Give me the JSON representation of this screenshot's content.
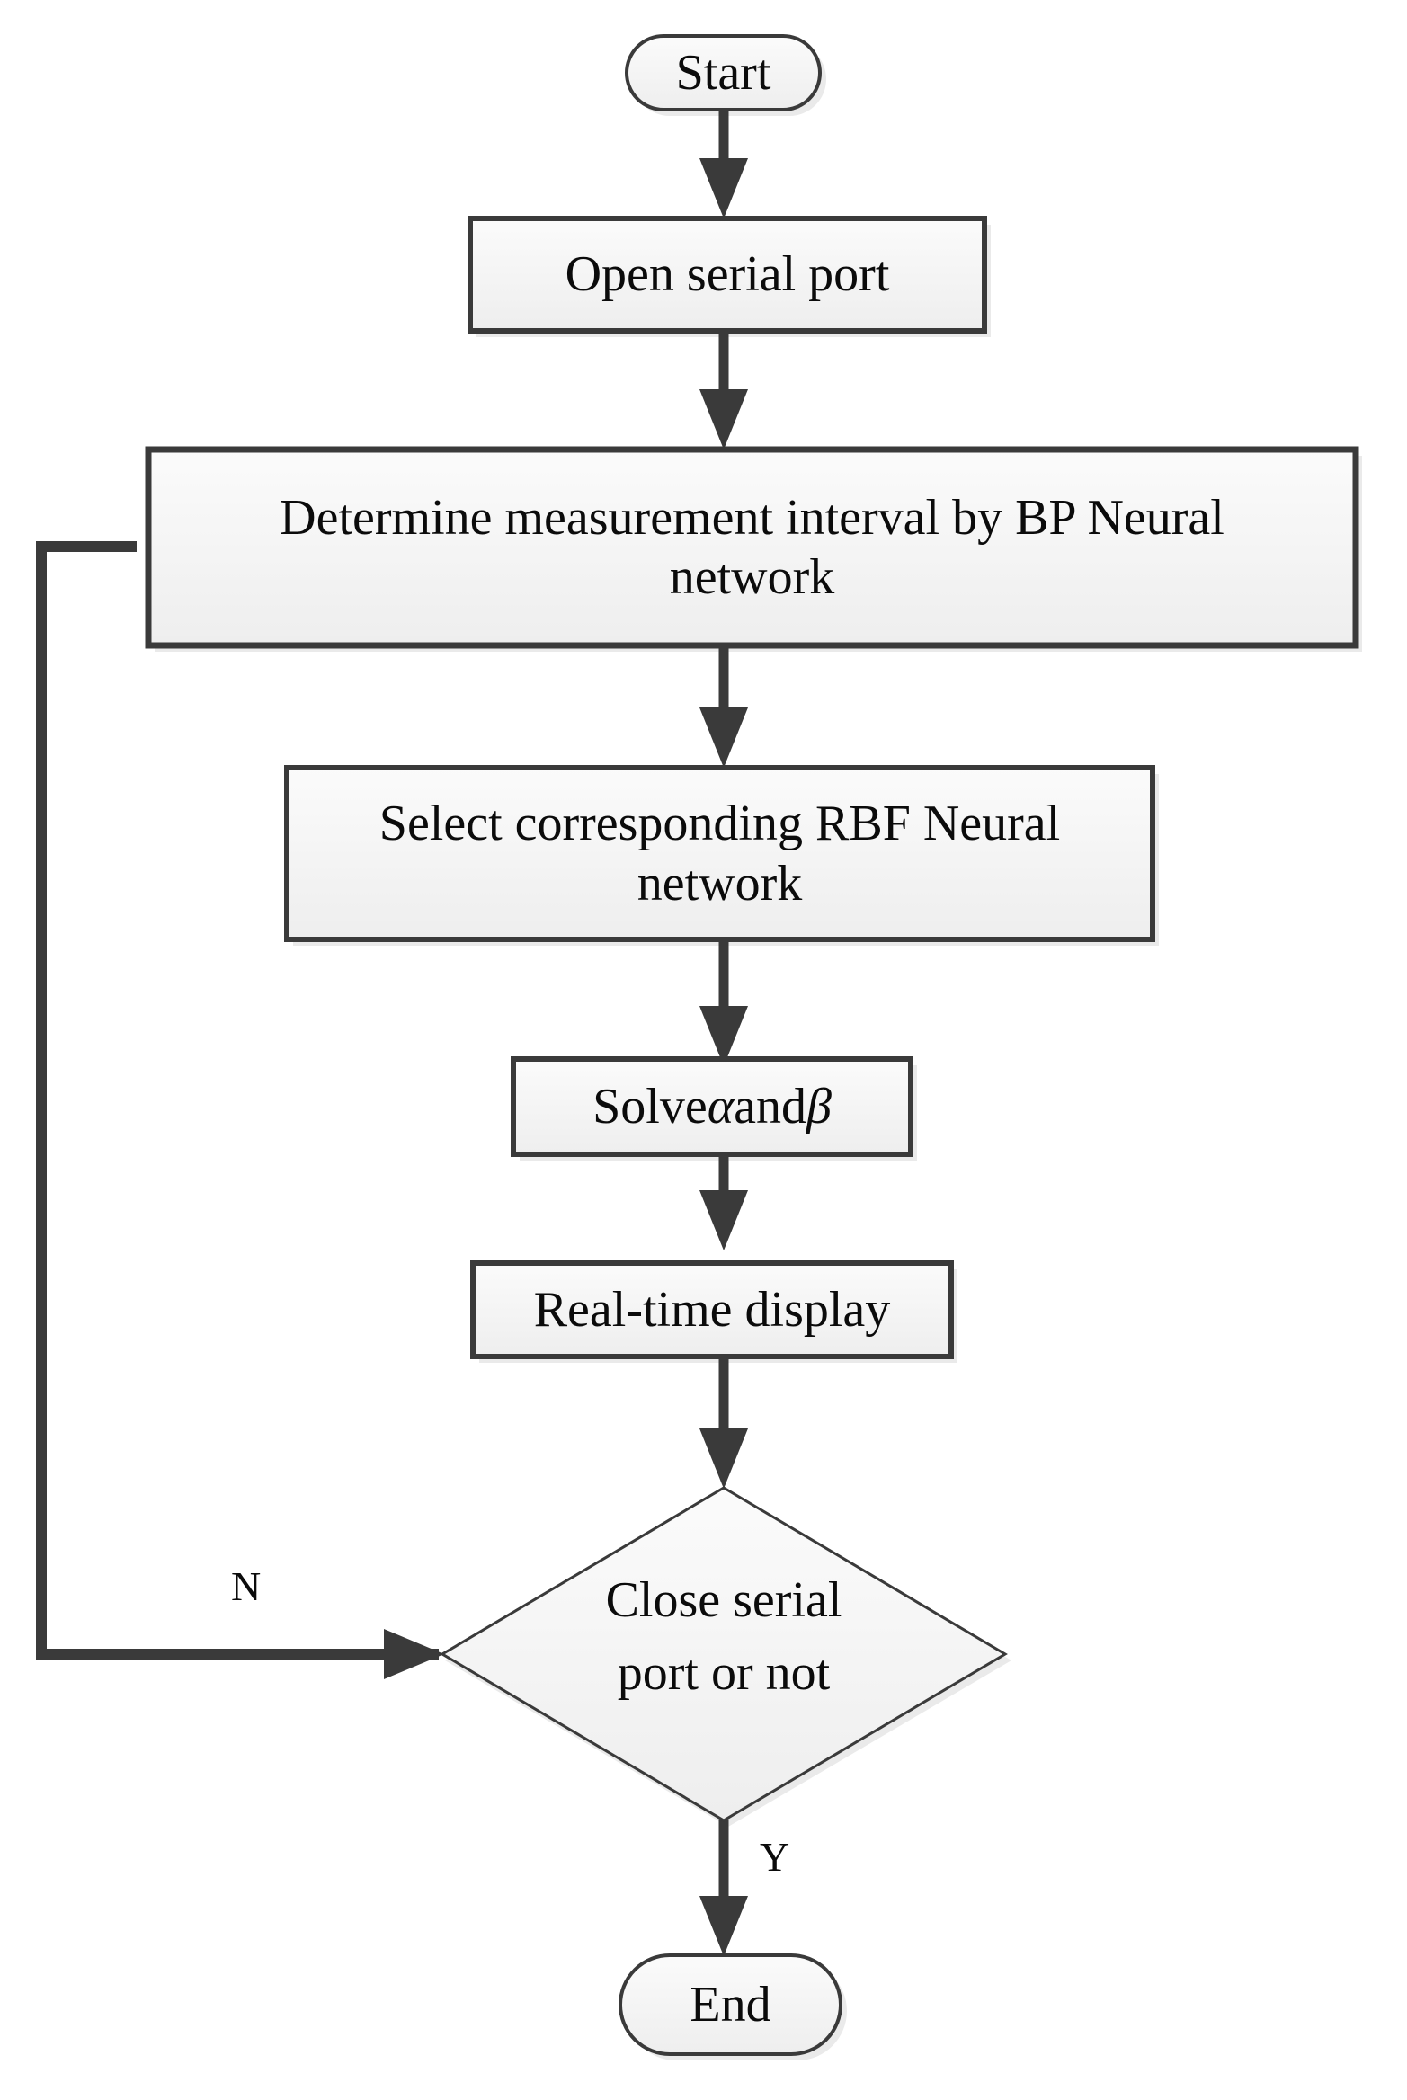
{
  "diagram": {
    "type": "flowchart",
    "orientation": "top-to-bottom",
    "background_color": "#ffffff",
    "node_fill_color": "#f2f2f2",
    "node_border_color": "#3a3a3a",
    "connector_color": "#3a3a3a",
    "text_color": "#0b0b0b"
  },
  "nodes": {
    "start": {
      "label": "Start",
      "shape": "terminator"
    },
    "open_serial_port": {
      "label": "Open serial port",
      "shape": "process"
    },
    "determine_interval": {
      "label": "Determine measurement interval by BP Neural\nnetwork",
      "shape": "process"
    },
    "select_rbf": {
      "label": "Select corresponding RBF Neural\nnetwork",
      "shape": "process"
    },
    "solve": {
      "shape": "process",
      "label_prefix": "Solve ",
      "alpha": "α",
      "label_middle": " and ",
      "beta": "β"
    },
    "realtime_display": {
      "label": "Real-time display",
      "shape": "process"
    },
    "close_decision": {
      "label": "Close serial\nport or not",
      "shape": "decision"
    },
    "end": {
      "label": "End",
      "shape": "terminator"
    }
  },
  "edge_labels": {
    "no_branch": "N",
    "yes_branch": "Y"
  },
  "edges": [
    {
      "from": "start",
      "to": "open_serial_port",
      "label": ""
    },
    {
      "from": "open_serial_port",
      "to": "determine_interval",
      "label": ""
    },
    {
      "from": "determine_interval",
      "to": "select_rbf",
      "label": ""
    },
    {
      "from": "select_rbf",
      "to": "solve",
      "label": ""
    },
    {
      "from": "solve",
      "to": "realtime_display",
      "label": ""
    },
    {
      "from": "realtime_display",
      "to": "close_decision",
      "label": ""
    },
    {
      "from": "close_decision",
      "to": "determine_interval",
      "label": "N"
    },
    {
      "from": "close_decision",
      "to": "end",
      "label": "Y"
    }
  ]
}
